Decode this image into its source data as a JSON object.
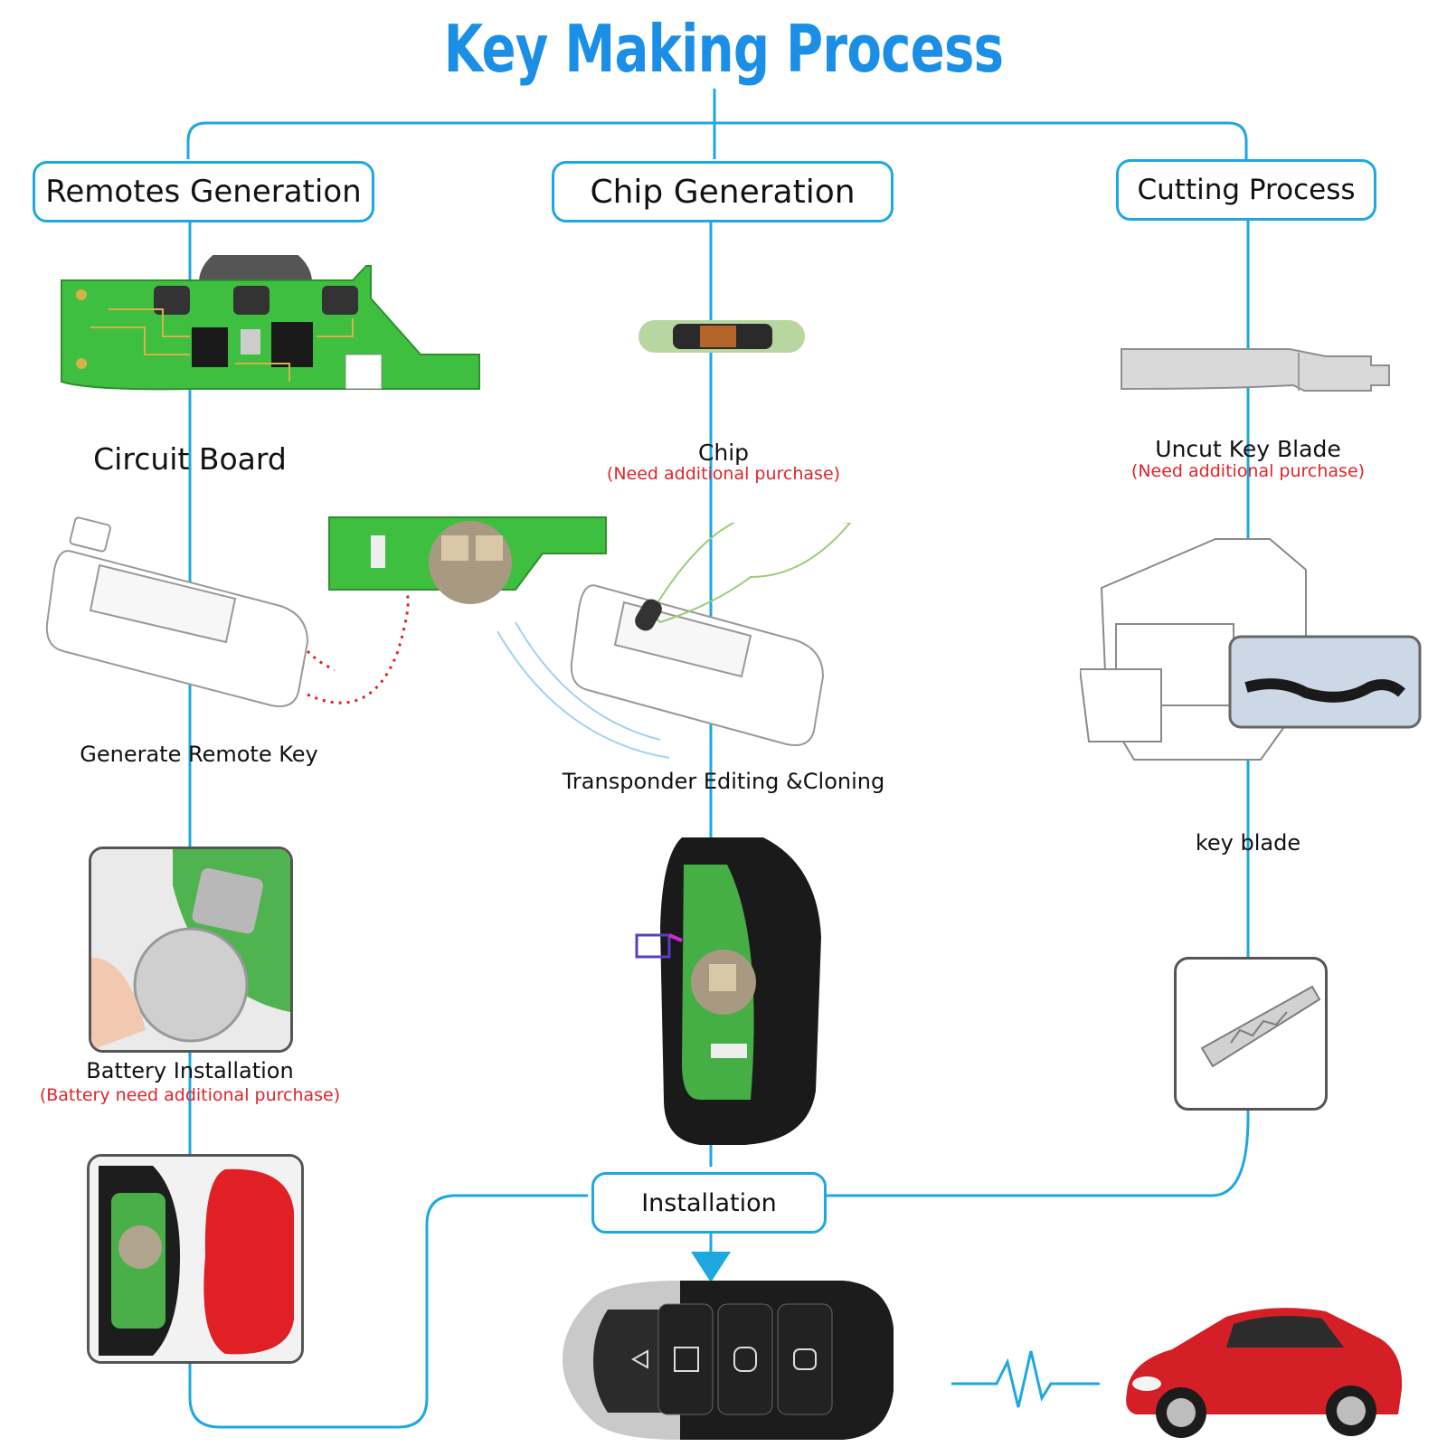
{
  "title": "Key Making Process",
  "colors": {
    "connector": "#1ea8e0",
    "title": "#1b8fe6",
    "note": "#e0242a",
    "pcb": "#3fbf3f",
    "car": "#d51f26"
  },
  "branches": {
    "remotes": {
      "header": "Remotes Generation",
      "steps": [
        {
          "label": "Circuit Board"
        },
        {
          "label": "Generate Remote Key"
        },
        {
          "label": "Battery Installation",
          "note": "(Battery need additional purchase)"
        }
      ]
    },
    "chip": {
      "header": "Chip Generation",
      "steps": [
        {
          "label": "Chip",
          "note": "(Need additional purchase)"
        },
        {
          "label": "Transponder Editing &Cloning"
        }
      ]
    },
    "cutting": {
      "header": "Cutting Process",
      "steps": [
        {
          "label": "Uncut Key  Blade",
          "note": "(Need additional purchase)"
        },
        {
          "label": "key blade"
        }
      ]
    }
  },
  "installation": {
    "label": "Installation"
  },
  "icons": [
    "circuit-board-image",
    "chip-image",
    "key-blade-image",
    "key-programmer-image",
    "key-cutting-machine-image",
    "battery-image",
    "remote-shell-image",
    "smart-key-image",
    "heartbeat-icon",
    "car-image"
  ]
}
